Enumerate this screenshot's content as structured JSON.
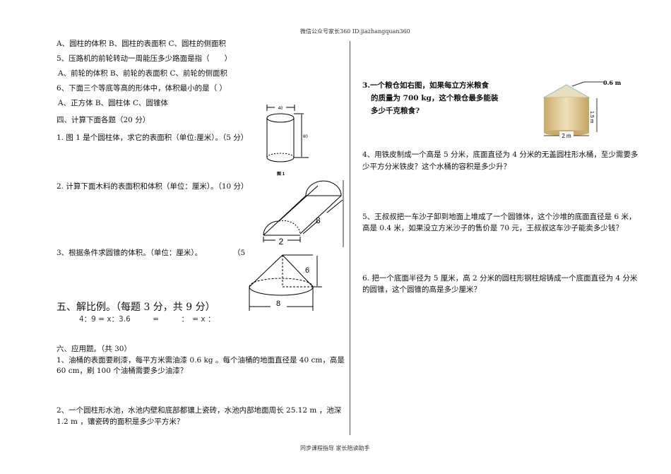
{
  "header": "微信公众号家长360 ID:jiazhangquan360",
  "footer": "同步课程指导 家长陪读助手",
  "left": {
    "q4_options": "A、圆柱的体积 B、圆柱的表面积 C、圆柱的侧面积",
    "q5": "5、压路机的前轮转动一周能压多少路面是指（　　）",
    "q5_options": "A、前轮的体积 B、前轮的表面积  C、前轮的侧面积",
    "q6": "6、下面三个等底等高的形体中，体积最小的是（  ）",
    "q6_options": "A、正方体 B、圆柱体  C、圆锥体",
    "section4": "四、计算下面各题（20 分）",
    "s4_q1": "1. 图 1 是个圆柱体，求它的表面积（单位:厘米）。（5 分）",
    "fig1_label": "图 1",
    "fig1_diameter": "40",
    "fig1_height": "60",
    "s4_q2": "2. 计算下面木料的表面积和体积（单位：厘米）。（10 分）",
    "fig2_length": "8",
    "fig2_width": "2",
    "s4_q3": "3、根据条件求圆锥的体积。（单位：厘米）。",
    "s4_q3_points": "（5",
    "fig3_height": "6",
    "fig3_diameter": "8",
    "section5": "五、解比例。（每题 3 分，共 9 分）",
    "s5_equations": "4：9 = x：3.6　　　=　　　：　= x ：",
    "section6": "六、应用题。（共 30）",
    "s6_q1_line1": "1、油桶的表面要刷漆，每平方米需油漆 0.6 kg 。每个油桶的地面直径是 40 cm，高是",
    "s6_q1_line2": "60 cm，刷 100 个油桶需要多少油漆？",
    "s6_q2_line1": "2、一个圆柱形水池，水池内壁和底部都镶上瓷砖，水池内部地面周长 25.12 m ，池深",
    "s6_q2_line2": "1.2 m ，镶瓷砖的面积是多少平方米？"
  },
  "right": {
    "q3_line1": "3.一个粮仓如右图，如果每立方米粮食",
    "q3_line2": "的质量为 700 kg，这个粮仓最多能装",
    "q3_line3": "多少千克粮食?",
    "granary_cone_height": "0.6 m",
    "granary_height": "1.5 m",
    "granary_diameter": "2 m",
    "q4_line1": "4、用铁皮制成一个高是 5 分米，底面直径为 4 分米的无盖圆柱形水桶，至少需要多",
    "q4_line2": "少平方分米铁皮？这个水桶的容积是多少升？",
    "q5_line1": "5、王叔叔把一车沙子卸到地面上堆成了一个圆锥体，这个沙堆的底面直径是 6 米，",
    "q5_line2": "高是 0.4 米，如果没立方米沙子的售价是 70 元，王叔叔这车沙子能卖多少钱？",
    "q6_line1": "6. 把一个底面半径为 5 厘米，高 2 分米的圆柱形钢柱熔铸成一个底面直径为 4 分米",
    "q6_line2": "的圆锥，这个圆锥的高是多少厘米？"
  },
  "colors": {
    "granary_fill": "#d9c28a",
    "text": "#111111"
  }
}
